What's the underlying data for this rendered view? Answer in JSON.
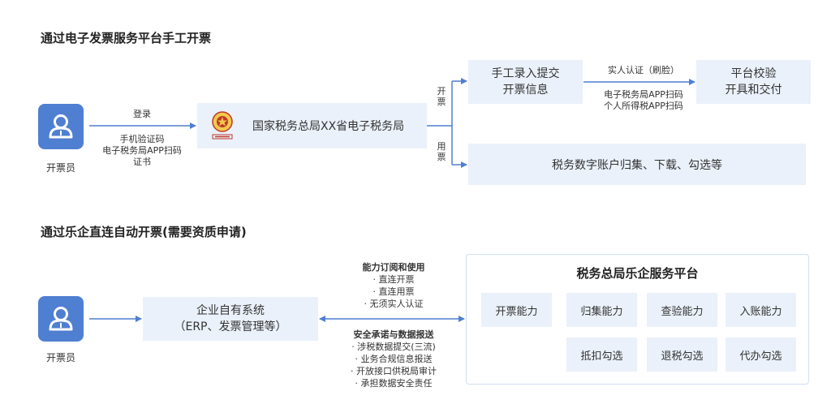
{
  "section1": {
    "title": "通过电子发票服务平台手工开票",
    "user_label": "开票员",
    "login_label": "登录",
    "login_methods": [
      "手机验证码",
      "电子税务局APP扫码",
      "证书"
    ],
    "bureau_name": "国家税务总局XX省电子税务局",
    "branch_issue": "开票",
    "branch_use": "用票",
    "manual_entry": [
      "手工录入提交",
      "开票信息"
    ],
    "verify_label": "实人认证（刷脸）",
    "verify_methods": [
      "电子税务局APP扫码",
      "个人所得税APP扫码"
    ],
    "platform_verify": [
      "平台校验",
      "开具和交付"
    ],
    "digital_account": "税务数字账户归集、下载、勾选等"
  },
  "section2": {
    "title": "通过乐企直连自动开票(需要资质申请)",
    "user_label": "开票员",
    "enterprise_system": [
      "企业自有系统",
      "（ERP、发票管理等）"
    ],
    "capability_header": "能力订阅和使用",
    "capability_items": [
      "· 直连开票",
      "· 直连用票",
      "· 无须实人认证"
    ],
    "security_header": "安全承诺与数据报送",
    "security_items": [
      "· 涉税数据提交(三流)",
      "· 业务合规信息报送",
      "· 开放接口供税局审计",
      "· 承担数据安全责任"
    ],
    "platform_title": "税务总局乐企服务平台",
    "platform_row1": [
      "开票能力",
      "归集能力",
      "查验能力",
      "入账能力"
    ],
    "platform_row2": [
      "抵扣勾选",
      "退税勾选",
      "代办勾选"
    ]
  },
  "colors": {
    "accent": "#4f7fd1",
    "box_bg": "#eaf1fa",
    "panel_border": "#cfe0f4"
  },
  "icons": [
    "user-avatar-icon",
    "tax-emblem-icon",
    "arrow-right-icon"
  ]
}
